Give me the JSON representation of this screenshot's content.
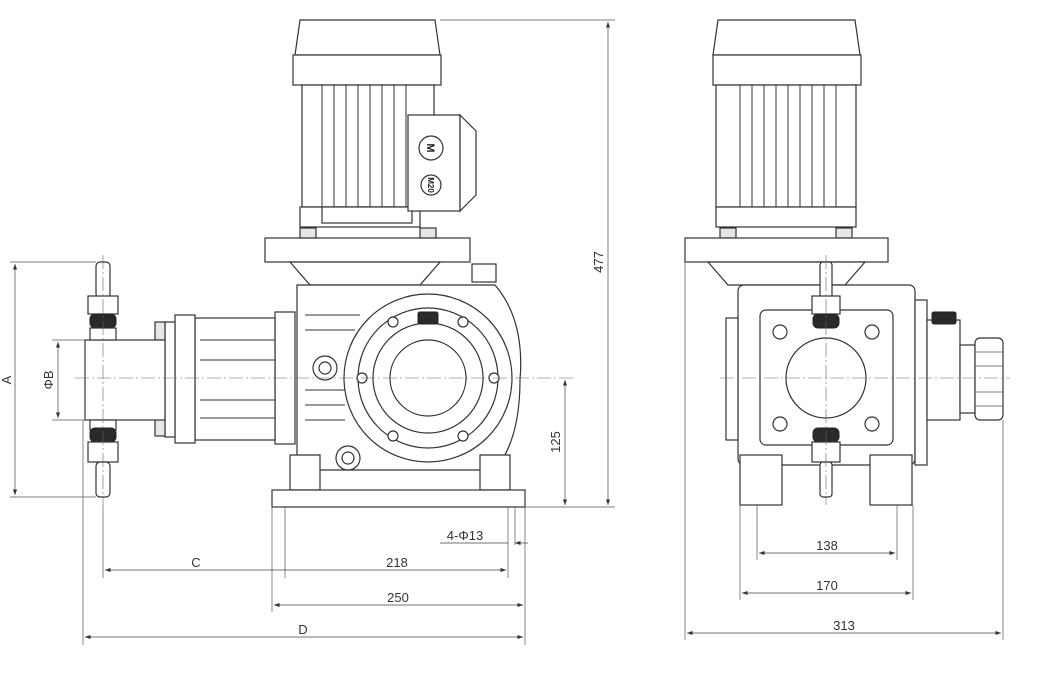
{
  "drawing": {
    "motor_label": "M",
    "motor_brand": "M20",
    "dimensions": {
      "overall_height": "477",
      "a": "A",
      "phi_b": "ΦB",
      "center_height": "125",
      "holes": "4-Φ13",
      "c": "C",
      "w218": "218",
      "w250": "250",
      "d": "D",
      "w138": "138",
      "w170": "170",
      "w313": "313"
    }
  }
}
